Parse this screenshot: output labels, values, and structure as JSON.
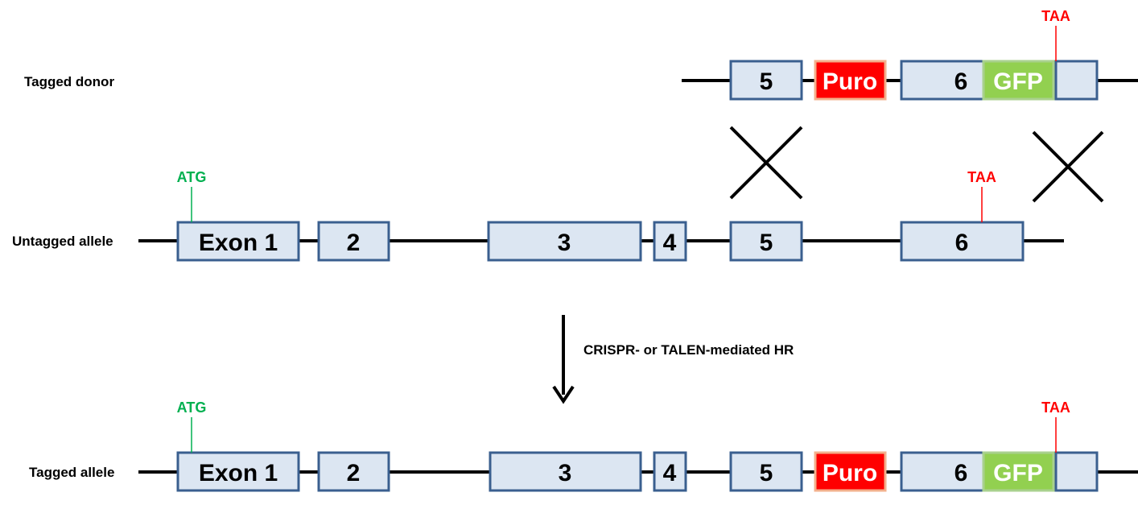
{
  "colors": {
    "exon_fill": "#dce6f2",
    "exon_stroke": "#3a5f8f",
    "puro_fill": "#ff0000",
    "puro_stroke": "#f3b08c",
    "gfp_fill": "#92d050",
    "gfp_stroke": "#a9d18e",
    "atg": "#00b050",
    "taa": "#ff0000",
    "line": "#000000"
  },
  "rows": {
    "donor": {
      "label": "Tagged donor"
    },
    "untagged": {
      "label": "Untagged allele"
    },
    "tagged": {
      "label": "Tagged allele"
    }
  },
  "exons": {
    "e1": "Exon 1",
    "e2": "2",
    "e3": "3",
    "e4": "4",
    "e5": "5",
    "e6": "6"
  },
  "tags": {
    "puro": "Puro",
    "gfp": "GFP"
  },
  "codons": {
    "start": "ATG",
    "stop": "TAA"
  },
  "step": {
    "label": "CRISPR- or TALEN-mediated HR"
  }
}
